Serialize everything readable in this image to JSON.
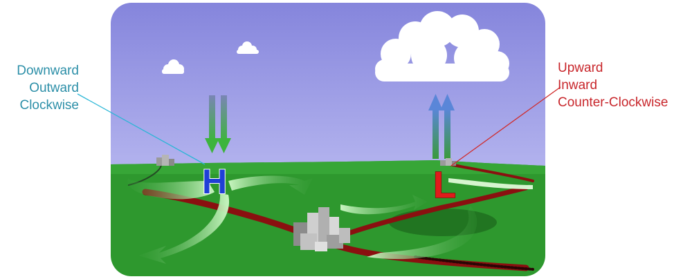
{
  "high_pressure": {
    "symbol": "H",
    "descriptors": [
      "Downward",
      "Outward",
      "Clockwise"
    ],
    "label_color": "#2c8fa8",
    "symbol_color": "#1f3fd6"
  },
  "low_pressure": {
    "symbol": "L",
    "descriptors": [
      "Upward",
      "Inward",
      "Counter-Clockwise"
    ],
    "label_color": "#c8262b",
    "symbol_color": "#e01b1b"
  },
  "colors": {
    "sky": "#8f8fe0",
    "ground": "#2f9a2f",
    "road": "#8a1010",
    "downward_arrow": "#3fb23f",
    "upward_arrow": "#4c7fd8",
    "wind_arrow": "#a8e8a0"
  }
}
